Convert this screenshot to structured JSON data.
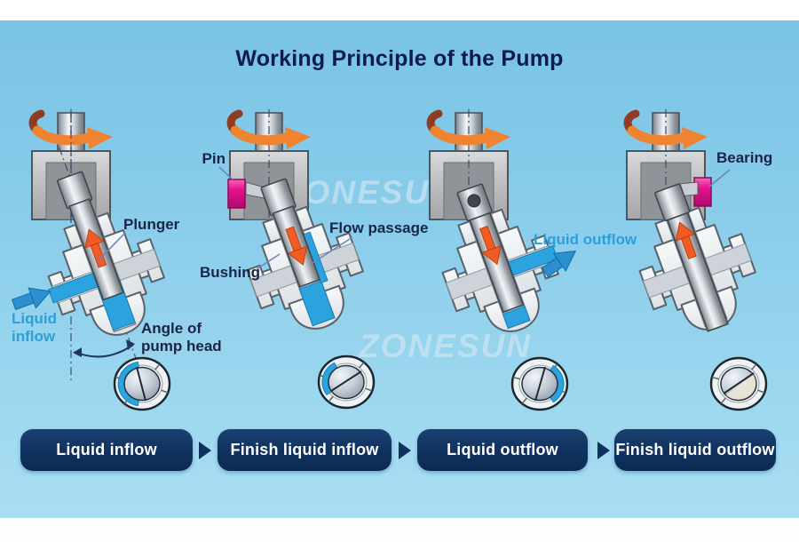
{
  "header": {
    "title": "Working Principle of the Pump"
  },
  "watermark": {
    "text": "ZONESUN"
  },
  "annotations": {
    "plunger": "Plunger",
    "pin": "Pin",
    "bushing": "Bushing",
    "flow_passage": "Flow passage",
    "liquid_inflow": "Liquid inflow",
    "angle_of_pump_head": "Angle of pump head",
    "liquid_outflow": "Liquid outflow",
    "bearing": "Bearing"
  },
  "flow_steps": [
    {
      "label": "Liquid inflow"
    },
    {
      "label": "Finish liquid inflow"
    },
    {
      "label": "Liquid outflow"
    },
    {
      "label": "Finish liquid outflow"
    }
  ],
  "colors": {
    "accent_orange": "#f25c24",
    "liquid_blue": "#2ba3de",
    "button_navy": "#0f3160",
    "label_azure": "#2d9fd9",
    "pin_magenta": "#e2119b"
  }
}
